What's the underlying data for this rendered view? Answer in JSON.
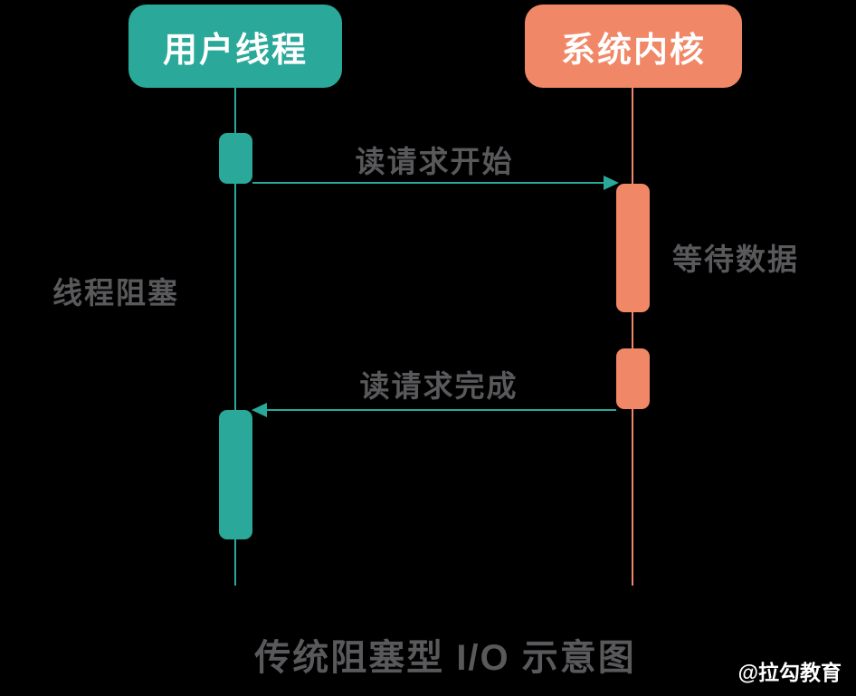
{
  "diagram": {
    "title": "传统阻塞型 I/O 示意图",
    "watermark": "@拉勾教育",
    "actors": [
      {
        "id": "user-thread",
        "label": "用户线程",
        "color": "#2AA899"
      },
      {
        "id": "system-kernel",
        "label": "系统内核",
        "color": "#F08868"
      }
    ],
    "messages": [
      {
        "label": "读请求开始",
        "from": "user-thread",
        "to": "system-kernel",
        "direction": "right"
      },
      {
        "label": "读请求完成",
        "from": "system-kernel",
        "to": "user-thread",
        "direction": "left"
      }
    ],
    "annotations": [
      {
        "label": "线程阻塞",
        "side": "left",
        "refers_to": "user-thread"
      },
      {
        "label": "等待数据",
        "side": "right",
        "refers_to": "system-kernel"
      }
    ],
    "colors": {
      "bg": "#000000",
      "teal": "#2AA899",
      "salmon": "#F08868",
      "text-gray": "#59595B",
      "white": "#FFFFFF"
    }
  }
}
